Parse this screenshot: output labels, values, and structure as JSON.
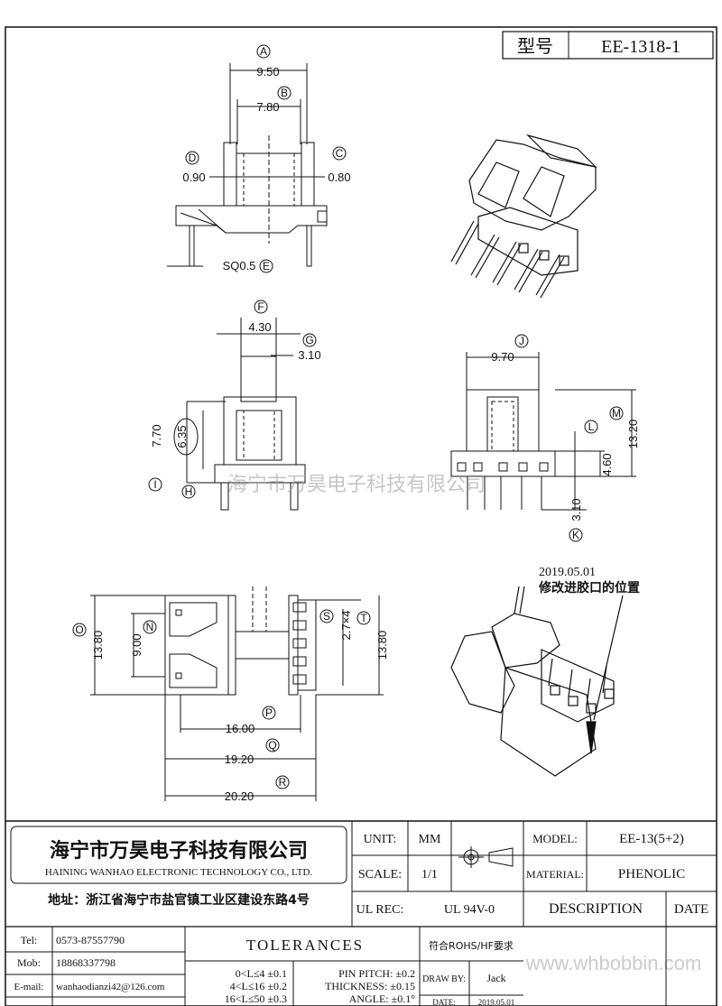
{
  "header": {
    "model_label": "型号",
    "model_value": "EE-1318-1"
  },
  "dims": {
    "A": "9.50",
    "B": "7.80",
    "C": "0.80",
    "D": "0.90",
    "E": "SQ0.5",
    "F": "4.30",
    "G": "3.10",
    "H": "",
    "I": "",
    "I_val": "7.70",
    "H_val": "6.35",
    "J": "9.70",
    "K": "3.10",
    "L": "4.60",
    "M": "13.20",
    "N": "9.00",
    "O": "13.80",
    "P": "16.00",
    "Q": "19.20",
    "R": "20.20",
    "S": "2.7×4",
    "T": "13.80"
  },
  "letters": [
    "A",
    "B",
    "C",
    "D",
    "E",
    "F",
    "G",
    "H",
    "I",
    "J",
    "K",
    "L",
    "M",
    "N",
    "O",
    "P",
    "Q",
    "R",
    "S",
    "T"
  ],
  "note": {
    "date": "2019.05.01",
    "text": "修改进胶口的位置"
  },
  "watermark": {
    "company": "海宁市万昊电子科技有限公司",
    "url": "www.whbobbin.com"
  },
  "company": {
    "name_cn": "海宁市万昊电子科技有限公司",
    "name_en": "HAINING WANHAO ELECTRONIC TECHNOLOGY CO., LTD.",
    "address": "地址：浙江省海宁市盐官镇工业区建设东路4号"
  },
  "titleblock": {
    "unit_label": "UNIT:",
    "unit_value": "MM",
    "scale_label": "SCALE:",
    "scale_value": "1/1",
    "ulrec_label": "UL REC:",
    "ulrec_value": "UL 94V-0",
    "model_label": "MODEL:",
    "model_value": "EE-13(5+2)",
    "material_label": "MATERIAL:",
    "material_value": "PHENOLIC",
    "description_label": "DESCRIPTION",
    "date_label": "DATE",
    "tolerances_label": "TOLERANCES",
    "rohs": "符合ROHS/HF要求",
    "draw_by_label": "DRAW BY:",
    "draw_by_value": "Jack",
    "date_row_label": "DATE:",
    "date_row_value": "2019.05.01"
  },
  "contact": {
    "tel_label": "Tel:",
    "tel_value": "0573-87557790",
    "mob_label": "Mob:",
    "mob_value": "18868337798",
    "email_label": "E-mail:",
    "email_value": "wanhaodianzi42@126.com"
  },
  "tolerances": {
    "r1": "0<L≤4  ±0.1",
    "r2": "4<L≤16  ±0.2",
    "r3": "16<L≤50  ±0.3",
    "pin_pitch": "PIN PITCH: ±0.2",
    "thickness": "THICKNESS: ±0.15",
    "angle": "ANGLE: ±0.1°"
  }
}
